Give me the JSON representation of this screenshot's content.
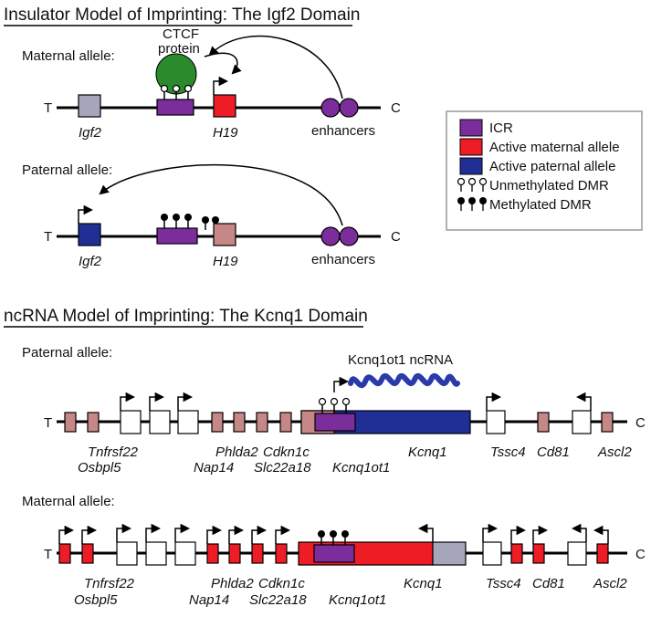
{
  "colors": {
    "icr": "#7b2d9c",
    "active_maternal": "#ee1c25",
    "active_paternal": "#1f2f96",
    "inactive": "#c78787",
    "igf2_inactive": "#a5a6bb",
    "kcnq1_inactive": "#a5a6bb",
    "ctcf": "#2b8a2b",
    "enhancer": "#7b2d9c",
    "ncrna": "#2a3aa8",
    "open_gene": "#ffffff"
  },
  "top_section": {
    "title": "Insulator Model of Imprinting: The Igf2 Domain",
    "maternal_label": "Maternal allele:",
    "paternal_label": "Paternal allele:",
    "ctcf_label_line1": "CTCF",
    "ctcf_label_line2": "protein",
    "end_left": "T",
    "end_right": "C",
    "gene_igf2": "Igf2",
    "gene_h19": "H19",
    "enhancers": "enhancers"
  },
  "legend": {
    "icr": "ICR",
    "active_maternal": "Active maternal allele",
    "active_paternal": "Active paternal allele",
    "unmethylated": "Unmethylated DMR",
    "methylated": "Methylated DMR"
  },
  "bottom_section": {
    "title": "ncRNA Model of Imprinting: The Kcnq1 Domain",
    "paternal_label": "Paternal allele:",
    "maternal_label": "Maternal allele:",
    "ncrna_label": "Kcnq1ot1 ncRNA",
    "end_left": "T",
    "end_right": "C",
    "genes": {
      "tnfrsf22": "Tnfrsf22",
      "osbpl5": "Osbpl5",
      "phlda2": "Phlda2",
      "nap14": "Nap14",
      "cdkn1c": "Cdkn1c",
      "slc22a18": "Slc22a18",
      "kcnq1ot1": "Kcnq1ot1",
      "kcnq1": "Kcnq1",
      "tssc4": "Tssc4",
      "cd81": "Cd81",
      "ascl2": "Ascl2"
    }
  }
}
